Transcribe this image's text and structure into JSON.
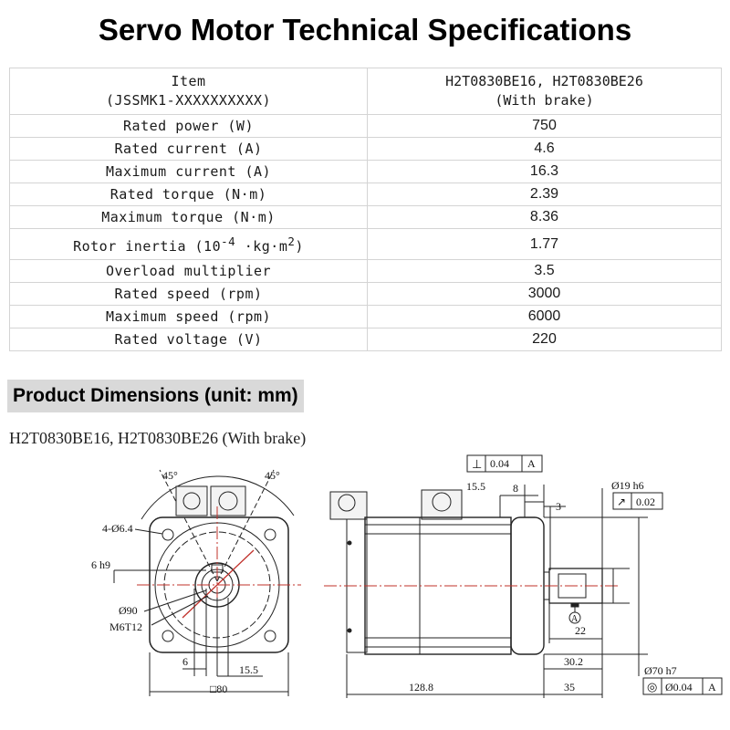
{
  "title": "Servo Motor Technical Specifications",
  "spec_table": {
    "header": {
      "item_line1": "Item",
      "item_line2": "(JSSMK1-XXXXXXXXXX)",
      "model_line1": "H2T0830BE16, H2T0830BE26",
      "model_line2": "(With brake)"
    },
    "rows": [
      {
        "label": "Rated power (W)",
        "value": "750"
      },
      {
        "label": "Rated current (A)",
        "value": "4.6"
      },
      {
        "label": "Maximum current (A)",
        "value": "16.3"
      },
      {
        "label": "Rated torque (N·m)",
        "value": "2.39"
      },
      {
        "label": "Maximum torque (N·m)",
        "value": "8.36"
      },
      {
        "label_prefix": "Rotor inertia (10",
        "label_sup1": "-4",
        "label_mid": " ·kg·m",
        "label_sup2": "2",
        "label_suffix": ")",
        "value": "1.77"
      },
      {
        "label": "Overload multiplier",
        "value": "3.5"
      },
      {
        "label": "Rated speed (rpm)",
        "value": "3000"
      },
      {
        "label": "Maximum speed (rpm)",
        "value": "6000"
      },
      {
        "label": "Rated voltage (V)",
        "value": "220"
      }
    ]
  },
  "section_title": "Product Dimensions (unit: mm)",
  "drawing": {
    "model_caption": "H2T0830BE16, H2T0830BE26 (With brake)",
    "front_view": {
      "angle_left": "45°",
      "angle_right": "45°",
      "hole_label": "4-Ø6.4",
      "key_label": "6 h9",
      "pcd_label": "Ø90",
      "thread_label": "M6T12",
      "dim_key_width": "6",
      "dim_shaft_height": "15.5",
      "dim_flange": "□80"
    },
    "side_view": {
      "perp_symbol": "⊥",
      "perp_value": "0.04",
      "perp_datum": "A",
      "dim_15_5": "15.5",
      "dim_8": "8",
      "dim_3": "3",
      "shaft_dia": "Ø19 h6",
      "runout_symbol": "↗",
      "runout_value": "0.02",
      "datum_a": "A",
      "dim_22": "22",
      "dim_30_2": "30.2",
      "dim_body": "128.8",
      "dim_shaft_len": "35",
      "spigot_dia": "Ø70 h7",
      "conc_symbol": "◎",
      "conc_value": "Ø0.04",
      "conc_datum": "A"
    }
  }
}
